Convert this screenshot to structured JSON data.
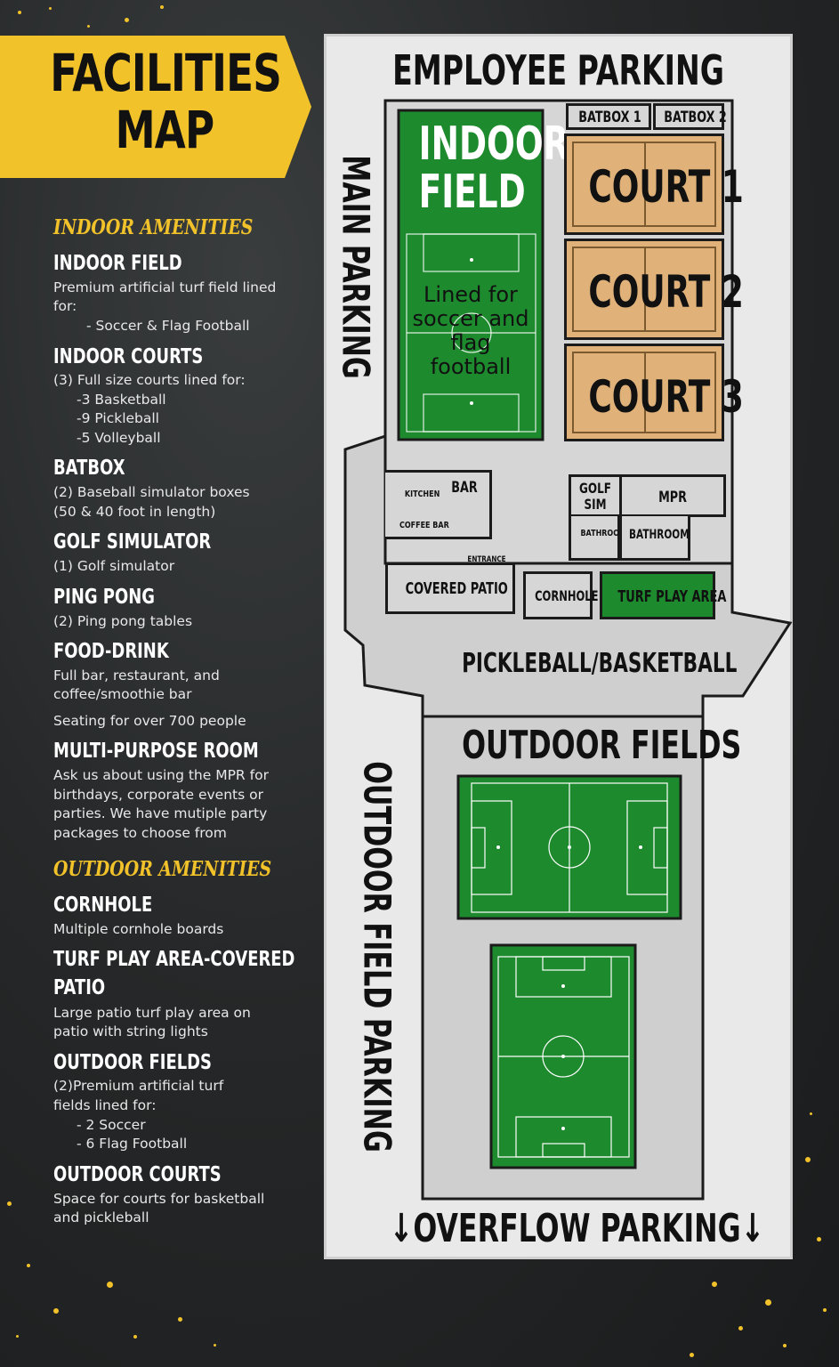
{
  "title": [
    "FACILITIES",
    "MAP"
  ],
  "colors": {
    "accent": "#f2c22a",
    "turf": "#1e8a2e",
    "court": "#e0b27a",
    "map_bg": "#e9e9e9",
    "paving": "#cfcfcf"
  },
  "sidebar": {
    "indoor_heading": "INDOOR AMENITIES",
    "outdoor_heading": "OUTDOOR AMENITIES",
    "items": [
      {
        "title": "INDOOR FIELD",
        "lines": [
          "Premium artificial turf field lined",
          "for:",
          "- Soccer & Flag Football"
        ]
      },
      {
        "title": "INDOOR COURTS",
        "lines": [
          "(3) Full size courts lined for:",
          "-3 Basketball",
          "-9 Pickleball",
          "-5 Volleyball"
        ]
      },
      {
        "title": "BATBOX",
        "lines": [
          "(2) Baseball simulator boxes",
          "(50 & 40 foot in length)"
        ]
      },
      {
        "title": "GOLF SIMULATOR",
        "lines": [
          "(1) Golf simulator"
        ]
      },
      {
        "title": "PING PONG",
        "lines": [
          "(2) Ping pong tables"
        ]
      },
      {
        "title": "FOOD-DRINK",
        "lines": [
          "Full bar, restaurant, and",
          "coffee/smoothie bar",
          "Seating for over 700 people"
        ]
      },
      {
        "title": "MULTI-PURPOSE ROOM",
        "lines": [
          "Ask us about using the MPR for",
          "birthdays, corporate events or",
          "parties. We have mutiple party",
          "packages to choose from"
        ]
      },
      {
        "title": "CORNHOLE",
        "lines": [
          "Multiple cornhole boards"
        ]
      },
      {
        "title": "TURF PLAY AREA-COVERED",
        "title2": "PATIO",
        "lines": [
          "Large patio turf play area on",
          "patio with string lights"
        ]
      },
      {
        "title": "OUTDOOR FIELDS",
        "lines": [
          "(2)Premium artificial turf",
          "fields lined  for:",
          "- 2 Soccer",
          "- 6 Flag Football"
        ]
      },
      {
        "title": "OUTDOOR COURTS",
        "lines": [
          "Space for courts for basketball",
          "and pickleball"
        ]
      }
    ]
  },
  "map": {
    "employee_parking": "EMPLOYEE PARKING",
    "main_parking": "MAIN PARKING",
    "outdoor_field_parking": "OUTDOOR FIELD PARKING",
    "overflow_parking": "↓OVERFLOW PARKING↓",
    "indoor_field": [
      "INDOOR",
      "FIELD"
    ],
    "indoor_field_note": [
      "Lined for",
      "soccer and",
      "flag",
      "football"
    ],
    "batbox1": "BATBOX 1",
    "batbox2": "BATBOX 2",
    "court1": "COURT 1",
    "court2": "COURT 2",
    "court3": "COURT 3",
    "kitchen": "KITCHEN",
    "bar": "BAR",
    "coffee_bar": "COFFEE BAR",
    "golf_sim": [
      "GOLF",
      "SIM"
    ],
    "mpr": "MPR",
    "bathroom1": "BATHROOM",
    "bathroom2": "BATHROOM",
    "entrance": "ENTRANCE",
    "covered_patio": "COVERED PATIO",
    "cornhole": "CORNHOLE",
    "turf_play_area": "TURF PLAY AREA",
    "pickleball_basketball": "PICKLEBALL/BASKETBALL",
    "outdoor_fields": "OUTDOOR FIELDS"
  }
}
